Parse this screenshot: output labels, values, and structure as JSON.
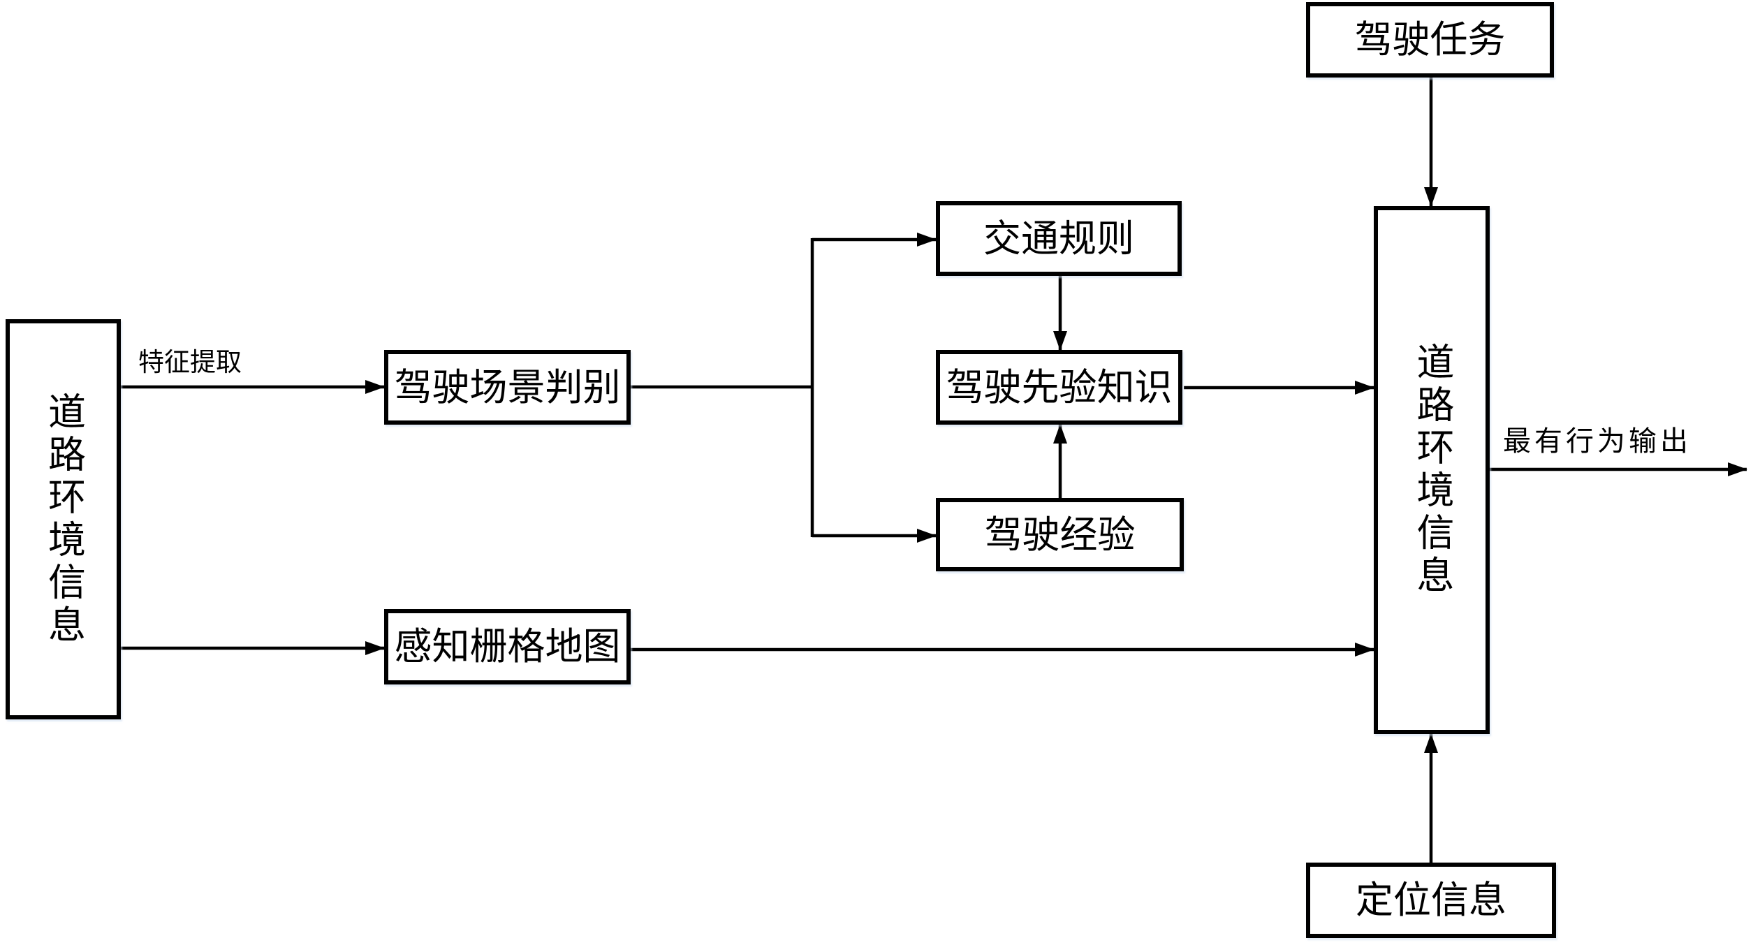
{
  "diagram": {
    "background_color": "#ffffff",
    "line_color": "#000000",
    "box_border_color": "#000000",
    "text_color": "#000000",
    "nodes": {
      "road_env_input": {
        "label": "道路环境信息"
      },
      "scene_discrimination": {
        "label": "驾驶场景判别"
      },
      "traffic_rules": {
        "label": "交通规则"
      },
      "prior_knowledge": {
        "label": "驾驶先验知识"
      },
      "driving_experience": {
        "label": "驾驶经验"
      },
      "grid_map": {
        "label": "感知栅格地图"
      },
      "driving_task": {
        "label": "驾驶任务"
      },
      "road_env_output": {
        "label": "道路环境信息"
      },
      "location_info": {
        "label": "定位信息"
      }
    },
    "edge_labels": {
      "feature_extraction": "特征提取",
      "behavior_output": "最有行为输出"
    }
  }
}
